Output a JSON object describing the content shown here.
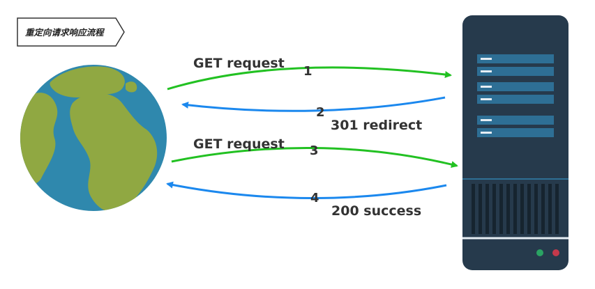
{
  "title_tag": {
    "text": "重定向请求响应流程"
  },
  "colors": {
    "request_arrow": "#22c122",
    "response_arrow": "#1b88ee",
    "ocean": "#2f88ad",
    "land": "#90a842",
    "server_body": "#263a4c",
    "server_slot": "#2e6f95",
    "led_green": "#2aa363",
    "led_red": "#c4394b"
  },
  "steps": [
    {
      "number": "1",
      "label": "GET request",
      "direction": "client-to-server"
    },
    {
      "number": "2",
      "label": "301 redirect",
      "direction": "server-to-client"
    },
    {
      "number": "3",
      "label": "GET request",
      "direction": "client-to-server"
    },
    {
      "number": "4",
      "label": "200 success",
      "direction": "server-to-client"
    }
  ],
  "client": {
    "icon": "globe-icon"
  },
  "server": {
    "icon": "server-icon"
  }
}
